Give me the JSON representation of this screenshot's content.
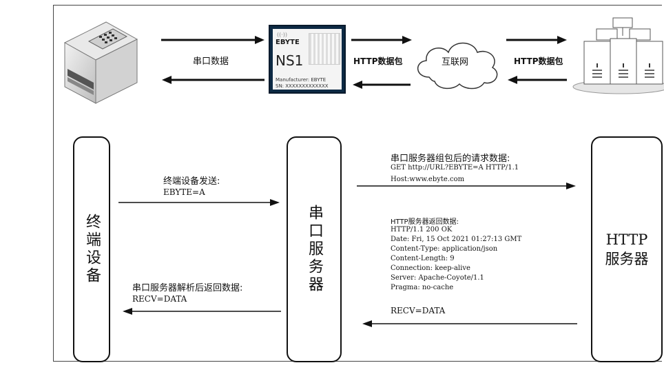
{
  "top": {
    "serial_data_label": "串口数据",
    "http_packet_left_label": "HTTP数据包",
    "cloud_label": "互联网",
    "http_packet_right_label": "HTTP数据包",
    "module": {
      "brand": "EBYTE",
      "model": "NS1",
      "manufacturer": "Manufacturer: EBYTE",
      "sn": "SN: XXXXXXXXXXXXX"
    }
  },
  "pillars": {
    "terminal": "终端设备",
    "serial_server": "串口服务器",
    "http_server": "HTTP\n服务器"
  },
  "messages": {
    "terminal_send_title": "终端设备发送:",
    "terminal_send_body": "EBYTE=A",
    "request_title": "串口服务器组包后的请求数据:",
    "request_line1": "GET http://URL?EBYTE=A HTTP/1.1",
    "request_line2": "Host:www.ebyte.com",
    "response_title": "HTTP服务器返回数据:",
    "response_lines": [
      "HTTP/1.1 200 OK",
      "Date: Fri, 15 Oct 2021 01:27:13 GMT",
      "Content-Type: application/json",
      "Content-Length: 9",
      "Connection: keep-alive",
      "Server: Apache-Coyote/1.1",
      "Pragma: no-cache"
    ],
    "recv_right": "RECV=DATA",
    "reply_title": "串口服务器解析后返回数据:",
    "reply_body": "RECV=DATA"
  }
}
